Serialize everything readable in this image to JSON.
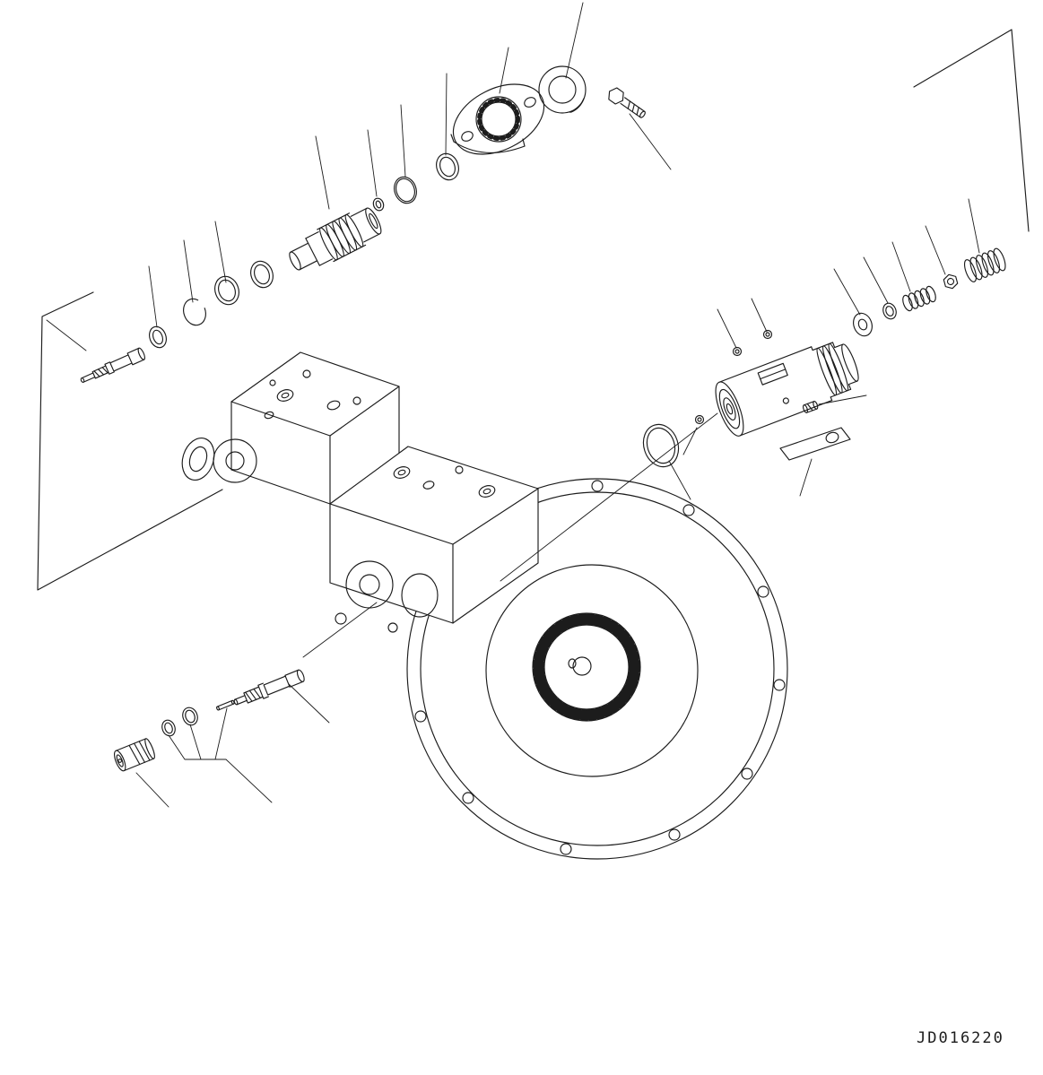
{
  "page": {
    "background_color": "#ffffff",
    "line_color": "#1c1c1c"
  },
  "diagram": {
    "drawing_number": "JD016220",
    "style": "exploded parts line drawing",
    "parts": [
      "mounting-flange",
      "round-nut",
      "flange-bolt",
      "coupling",
      "o-ring",
      "snap-ring",
      "retainer-ring",
      "stem-valve",
      "pump-body",
      "flywheel-damper",
      "relief-valve-cartridge",
      "washer",
      "spring-small",
      "spring-large",
      "hex-nut",
      "key-plate",
      "large-o-ring",
      "valve-rod",
      "pin",
      "socket-plug",
      "small-screw"
    ]
  }
}
